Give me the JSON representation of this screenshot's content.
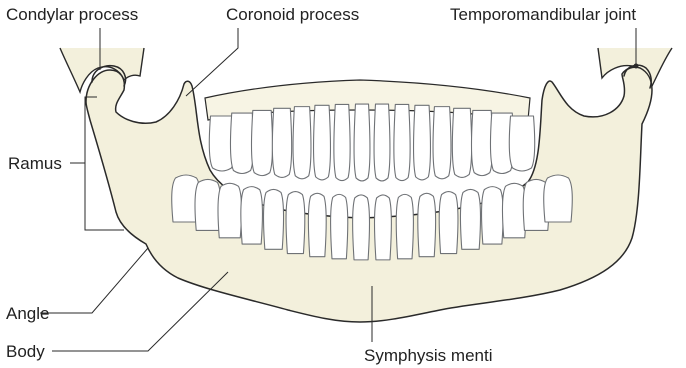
{
  "labels": {
    "condylar": "Condylar process",
    "coronoid": "Coronoid process",
    "tmj": "Temporomandibular joint",
    "ramus": "Ramus",
    "angle": "Angle",
    "body": "Body",
    "symphysis": "Symphysis menti"
  },
  "colors": {
    "bone": "#f3f0dc",
    "tooth": "#ffffff",
    "outline": "#2a2a2a",
    "tooth_outline": "#6f7276"
  }
}
